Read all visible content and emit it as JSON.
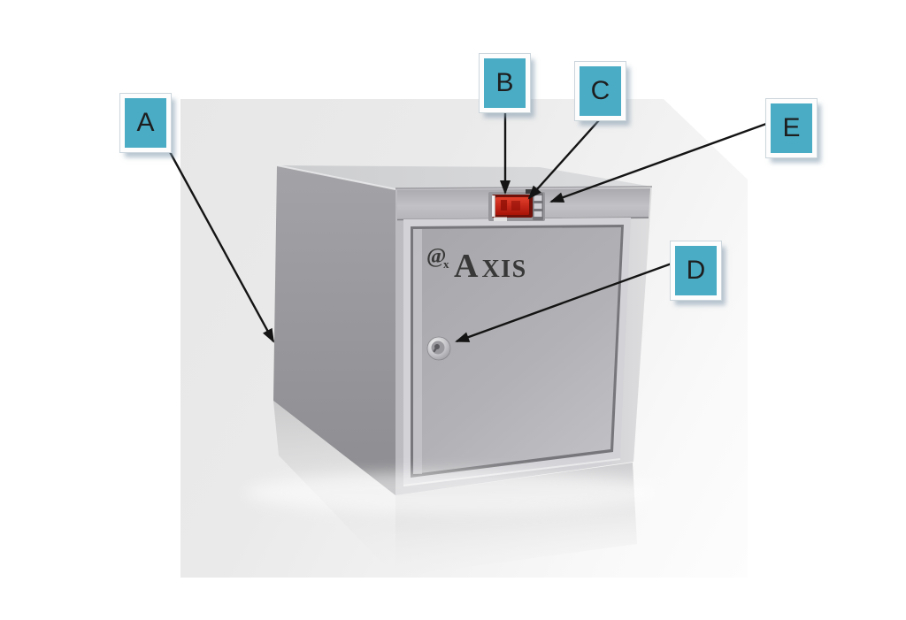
{
  "figure": {
    "kind": "annotated product photo of a stainless steel keyless cabinet safe"
  },
  "device": {
    "logo": {
      "at": "@",
      "sub": "x",
      "initial": "A",
      "rest": "XIS"
    }
  },
  "callouts": {
    "a": "A",
    "b": "B",
    "c": "C",
    "d": "D",
    "e": "E"
  },
  "colors": {
    "callout_fill": "#4aacc5",
    "callout_border": "#fdfdfd",
    "callout_text": "#1e1e1e",
    "arrow": "#141414",
    "display_red": "#c5281a",
    "cabinet_silver": "#c9c9cd",
    "photo_background": "#ececec"
  }
}
